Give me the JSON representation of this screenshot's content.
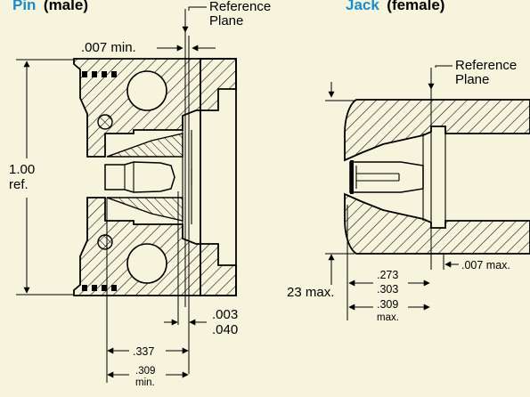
{
  "pin": {
    "title_accent": "Pin",
    "title_rest": "(male)",
    "reference_line1": "Reference",
    "reference_line2": "Plane",
    "dim_min_gap": ".007 min.",
    "dim_height_value": "1.00",
    "dim_height_unit": "ref.",
    "dim_recess_top": ".003",
    "dim_recess_bottom": ".040",
    "dim_depth": ".337",
    "dim_min_depth_value": ".309",
    "dim_min_depth_unit": "min."
  },
  "jack": {
    "title_accent": "Jack",
    "title_rest": "(female)",
    "reference_line1": "Reference",
    "reference_line2": "Plane",
    "dim_max_gap": ".007 max.",
    "dim_height": "23 max.",
    "dim_range_top": ".273",
    "dim_range_bottom": ".303",
    "dim_max_depth_value": ".309",
    "dim_max_depth_unit": "max."
  },
  "colors": {
    "background": "#f6f4dc",
    "title_accent": "#1a8ccf",
    "ink": "#000000"
  }
}
